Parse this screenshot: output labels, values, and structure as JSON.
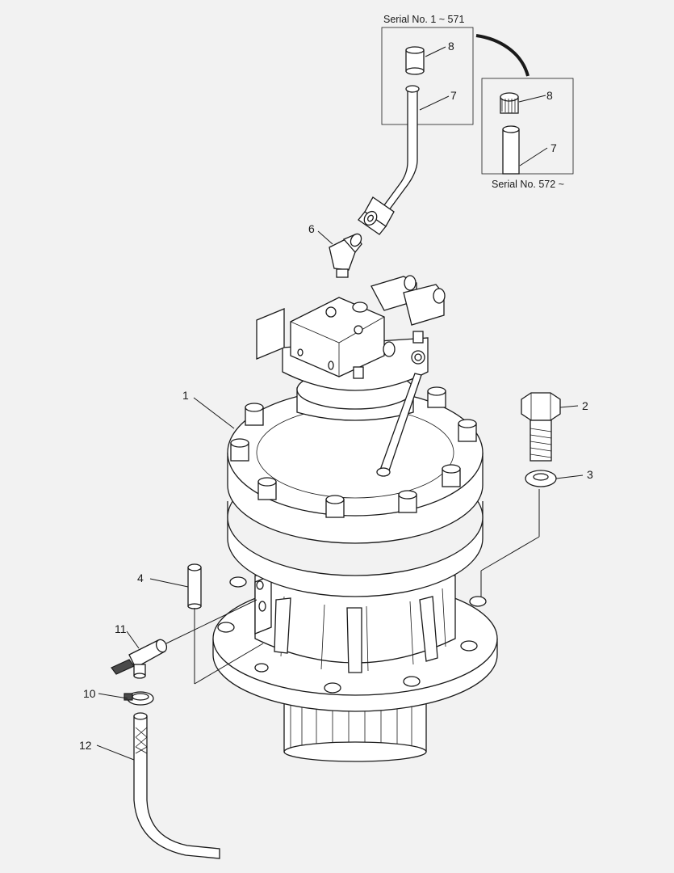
{
  "diagram": {
    "inset_top_serial": "Serial No. 1 ~ 571",
    "inset_bottom_serial": "Serial No. 572 ~",
    "callouts": {
      "c1": "1",
      "c2": "2",
      "c3": "3",
      "c4": "4",
      "c6": "6",
      "c7a": "7",
      "c8a": "8",
      "c7b": "7",
      "c8b": "8",
      "c10": "10",
      "c11": "11",
      "c12": "12"
    }
  }
}
